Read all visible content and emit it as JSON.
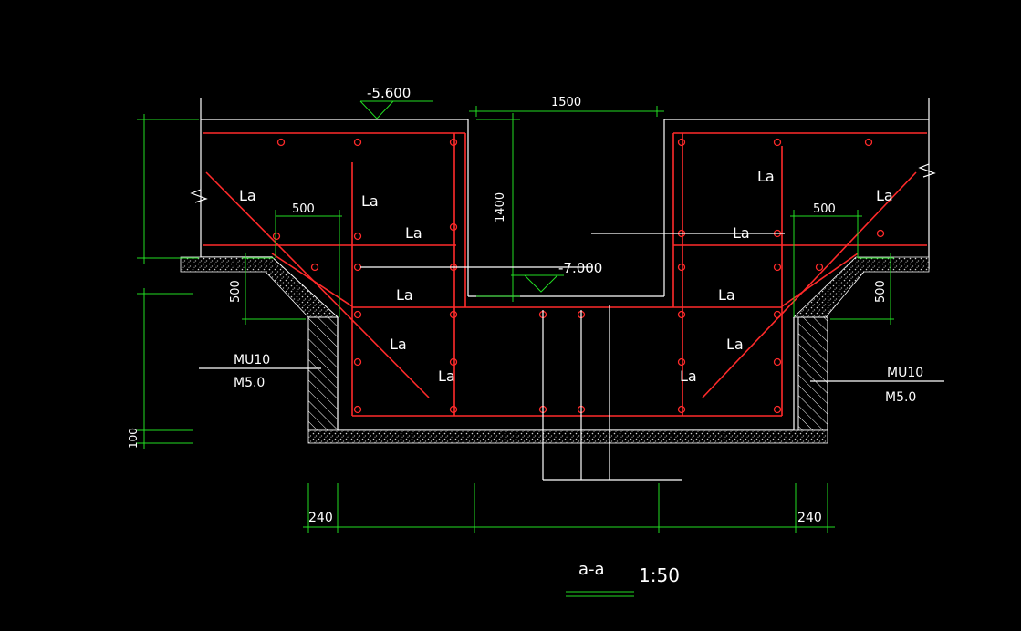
{
  "colors": {
    "background": "#000000",
    "outline": "#ffffff",
    "rebar": "#ff2a2a",
    "dimension": "#22dd22"
  },
  "elevations": {
    "top": "-5.600",
    "pit_bottom": "-7.000"
  },
  "dimensions": {
    "pit_width": "1500",
    "pit_depth": "1400",
    "haunch_left_h": "500",
    "haunch_right_h": "500",
    "haunch_left_w": "500",
    "haunch_right_w": "500",
    "cushion": "100",
    "wall_left": "240",
    "wall_right": "240"
  },
  "labels": {
    "anchor": "La",
    "masonry_grade": "MU10",
    "mortar_grade": "M5.0",
    "section_mark": "a-a",
    "scale": "1:50"
  }
}
